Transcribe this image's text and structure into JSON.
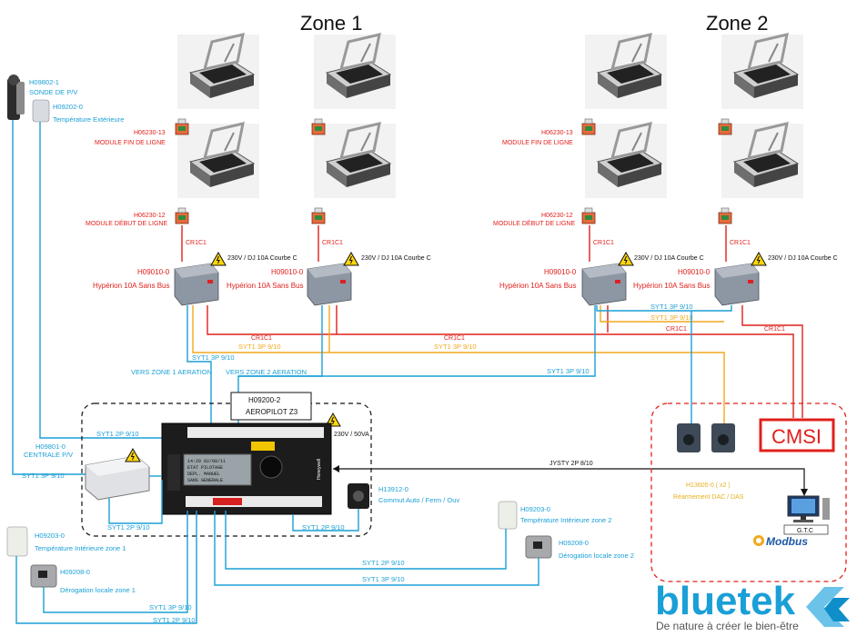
{
  "zones": {
    "zone1_title": "Zone 1",
    "zone2_title": "Zone 2"
  },
  "module_labels": {
    "fin_code": "H06230-13",
    "fin_name": "MODULE FIN DE LIGNE",
    "debut_code": "H06230-12",
    "debut_name": "MODULE DÉBUT DE LIGNE",
    "cr1c1": "CR1C1"
  },
  "hyperion": {
    "code": "H09010-0",
    "name": "Hypérion 10A Sans Bus",
    "power": "230V / DJ 10A Courbe C"
  },
  "sonde": {
    "code": "H09802-1",
    "name": "SONDE DE P/V"
  },
  "temp_ext": {
    "code": "H09202-0",
    "name": "Température Extérieure"
  },
  "centrale": {
    "code": "H09801-0",
    "name": "CENTRALE P/V"
  },
  "aeropilot": {
    "code": "H09200-2",
    "name": "AEROPILOT Z3",
    "power": "230V / 50VA",
    "brand": "Honeywell",
    "screen_lines": [
      "14:20  02/08/11",
      "ETAT PILOTAGE",
      "DEPL.  MANUEL",
      "SANS  GENERALE"
    ]
  },
  "commut": {
    "code": "H13912-0",
    "name": "Commut Auto / Ferm / Ouv"
  },
  "temp_int_z1": {
    "code": "H09203-0",
    "name": "Température Intérieure  zone 1"
  },
  "derog_z1": {
    "code": "H09208-0",
    "name": "Dérogation locale  zone 1"
  },
  "temp_int_z2": {
    "code": "H09203-0",
    "name": "Température Intérieure zone 2"
  },
  "derog_z2": {
    "code": "H09208-0",
    "name": "Dérogation locale zone 2"
  },
  "rearmement": {
    "code": "H13605-0 ( x2 )",
    "name": "Réarmement DAC / DAS"
  },
  "cmsi": {
    "label": "CMSI"
  },
  "gtc": {
    "label": "G.T.C",
    "modbus": "Modbus"
  },
  "wires": {
    "syt1_3p": "SYT1 3P 9/10",
    "syt1_2p": "SYT1 2P 9/10",
    "jysty": "JYSTY 2P 8/10",
    "cr1c1": "CR1C1",
    "vers_zone1": "VERS ZONE 1 AERATION",
    "vers_zone2": "VERS ZONE 2 AERATION"
  },
  "brand": {
    "name": "bluetek",
    "tagline": "De nature à créer le bien-être",
    "colors": {
      "blue": "#1a9fd6",
      "red": "#e0201c",
      "orange": "#f2a81d",
      "dark": "#3a3a3a"
    }
  }
}
